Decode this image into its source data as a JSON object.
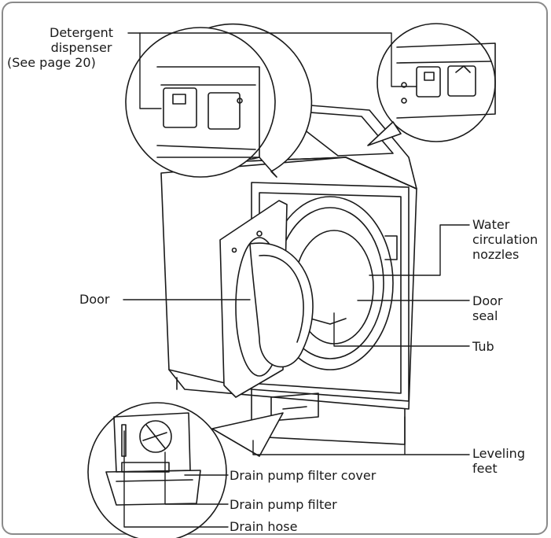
{
  "labels": {
    "detergent_dispenser": [
      "Detergent",
      "dispenser",
      "(See page 20)"
    ],
    "water_circulation_nozzles": [
      "Water",
      "circulation",
      "nozzles"
    ],
    "door": "Door",
    "door_seal": [
      "Door",
      "seal"
    ],
    "tub": "Tub",
    "leveling_feet": [
      "Leveling",
      "feet"
    ],
    "drain_pump_filter_cover": "Drain pump filter cover",
    "drain_pump_filter": "Drain pump filter",
    "drain_hose": "Drain hose"
  },
  "colors": {
    "stroke": "#1a1a1a",
    "frame": "#8a8a8a",
    "text": "#1a1a1a"
  }
}
